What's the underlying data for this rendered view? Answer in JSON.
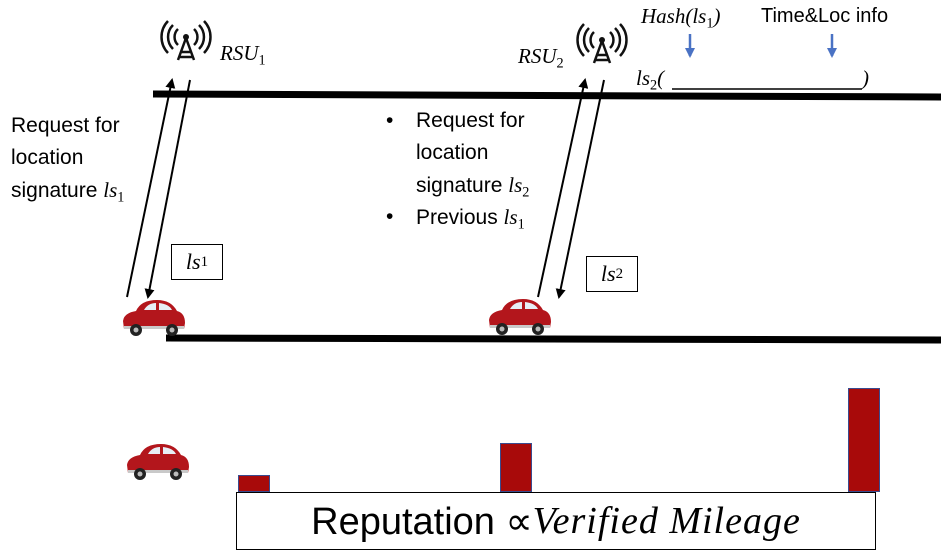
{
  "rsus": [
    {
      "name": "RSU",
      "sub": "1"
    },
    {
      "name": "RSU",
      "sub": "2"
    }
  ],
  "signature_content": {
    "hash_label": "Hash(ls",
    "hash_sub": "1",
    "hash_close": ")",
    "info_label": "Time&Loc info",
    "sig_prefix": "ls",
    "sig_sub": "2",
    "sig_open": "(",
    "sig_close": ")"
  },
  "step1": {
    "lines": [
      "Request for",
      "location",
      "signature "
    ],
    "sig": "ls",
    "sig_sub": "1"
  },
  "step2": {
    "bullet1_lines": [
      "Request for",
      "location",
      "signature "
    ],
    "bullet1_sig": "ls",
    "bullet1_sig_sub": "2",
    "bullet2_text": "Previous ",
    "bullet2_sig": "ls",
    "bullet2_sig_sub": "1"
  },
  "responses": [
    {
      "sig": "ls",
      "sub": "1"
    },
    {
      "sig": "ls",
      "sub": "2"
    }
  ],
  "reputation": {
    "formula_text": "Reputation ∝ ",
    "formula_math": "Verified Mileage",
    "levels": [
      0.16,
      0.47,
      1.0
    ]
  },
  "colors": {
    "bar": "#a80a0a",
    "bar_edge": "#3a4b8f",
    "arrow_blue": "#4a72c4",
    "car": "#b3161c"
  },
  "icons": [
    "antenna-icon",
    "car-icon"
  ]
}
